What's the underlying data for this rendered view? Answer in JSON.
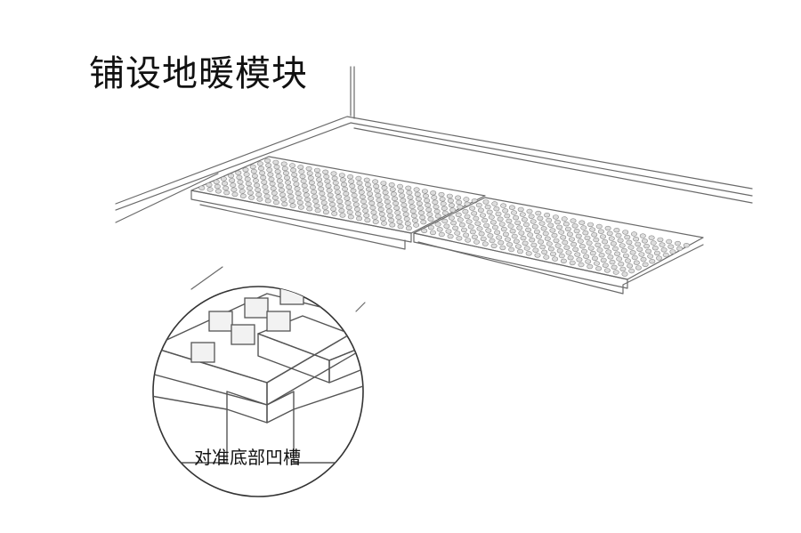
{
  "title": "铺设地暖模块",
  "callout": {
    "label": "对准底部凹槽"
  },
  "colors": {
    "line": "#6a6a6a",
    "shade": "#c8c8c8",
    "background": "#ffffff",
    "text": "#111111"
  },
  "icons": [
    "floor-heating-module-grid",
    "detail-magnifier-circle"
  ]
}
